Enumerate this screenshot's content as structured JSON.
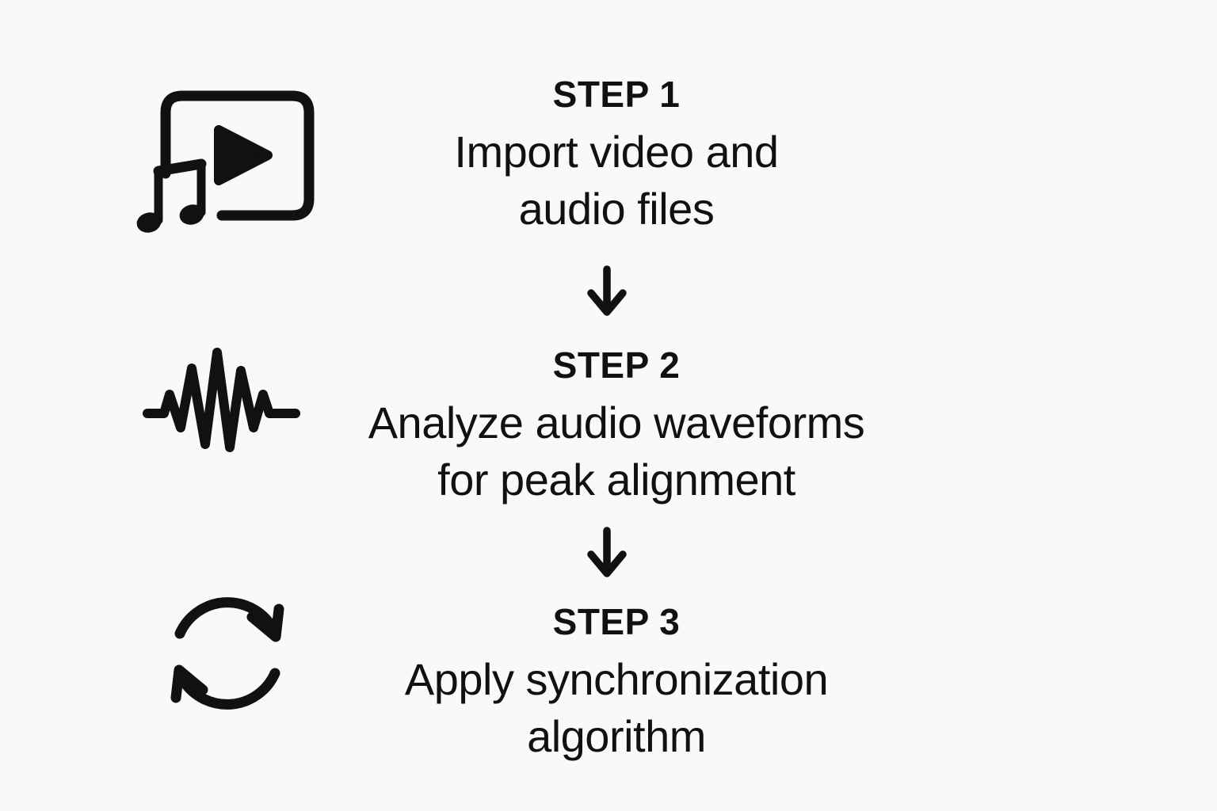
{
  "page": {
    "background_color": "#f9f9f7",
    "text_color": "#111111",
    "type": "process-flow-diagram"
  },
  "steps": [
    {
      "label": "STEP 1",
      "description_line1": "Import video and",
      "description_line2": "audio files",
      "icon": "video-music-icon"
    },
    {
      "label": "STEP 2",
      "description_line1": "Analyze audio waveforms",
      "description_line2": "for peak alignment",
      "icon": "waveform-icon"
    },
    {
      "label": "STEP 3",
      "description_line1": "Apply synchronization",
      "description_line2": "algorithm",
      "icon": "sync-icon"
    }
  ],
  "connectors": [
    {
      "icon": "down-arrow-icon",
      "glyph": "↓"
    },
    {
      "icon": "down-arrow-icon",
      "glyph": "↓"
    }
  ]
}
